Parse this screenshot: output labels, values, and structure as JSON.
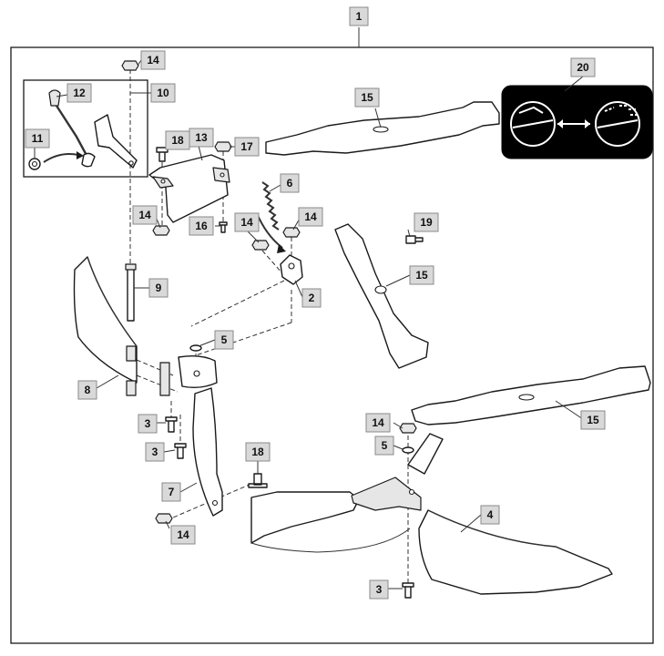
{
  "callouts": {
    "c1": "1",
    "c2": "2",
    "c3a": "3",
    "c3b": "3",
    "c3c": "3",
    "c4": "4",
    "c5a": "5",
    "c5b": "5",
    "c6": "6",
    "c7": "7",
    "c8": "8",
    "c9": "9",
    "c10": "10",
    "c11": "11",
    "c12": "12",
    "c13": "13",
    "c14a": "14",
    "c14b": "14",
    "c14c": "14",
    "c14d": "14",
    "c14e": "14",
    "c14f": "14",
    "c15a": "15",
    "c15b": "15",
    "c15c": "15",
    "c16": "16",
    "c17": "17",
    "c18a": "18",
    "c18b": "18",
    "c19": "19",
    "c20": "20"
  },
  "colors": {
    "callout_fill": "#d9d9d9",
    "line": "#1a1a1a",
    "badge_bg": "#000000"
  }
}
